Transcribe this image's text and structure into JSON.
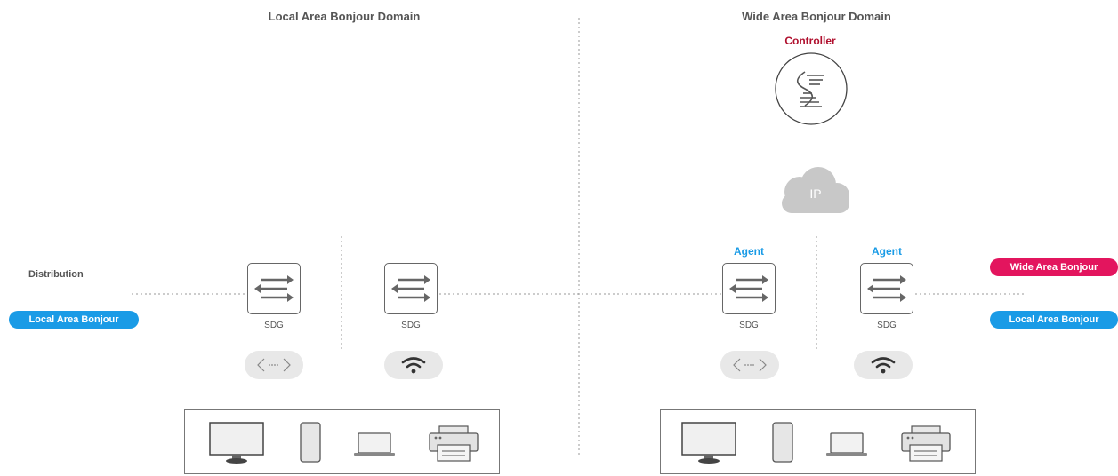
{
  "titles": {
    "local": "Local Area Bonjour Domain",
    "wide": "Wide Area Bonjour Domain"
  },
  "controller": {
    "label": "Controller",
    "color": "#b0102e"
  },
  "cloud": {
    "label": "IP",
    "color": "#c8c8c8"
  },
  "distribution": {
    "label": "Distribution"
  },
  "switches": [
    {
      "role": "",
      "label": "SDG"
    },
    {
      "role": "",
      "label": "SDG"
    },
    {
      "role": "Agent",
      "label": "SDG"
    },
    {
      "role": "Agent",
      "label": "SDG"
    }
  ],
  "agent_color": "#1a9be6",
  "pills": {
    "local_left": {
      "label": "Local Area Bonjour",
      "color": "#1a9be6"
    },
    "local_right": {
      "label": "Local Area Bonjour",
      "color": "#1a9be6"
    },
    "wide_right": {
      "label": "Wide Area Bonjour",
      "color": "#e3155e"
    }
  },
  "access_icons": [
    "wired-icon",
    "wifi-icon",
    "wired-icon",
    "wifi-icon"
  ],
  "endpoint_groups": [
    {
      "devices": [
        "monitor-icon",
        "tablet-icon",
        "laptop-icon",
        "printer-icon"
      ]
    },
    {
      "devices": [
        "monitor-icon",
        "tablet-icon",
        "laptop-icon",
        "printer-icon"
      ]
    }
  ]
}
